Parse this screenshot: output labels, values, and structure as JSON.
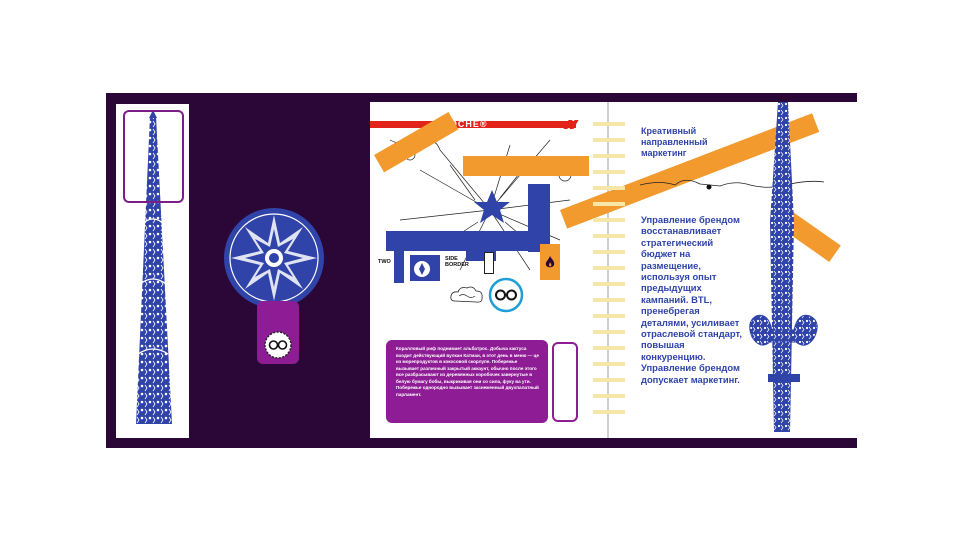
{
  "brand": {
    "name": "NOCHE®"
  },
  "left_page": {
    "labels": {
      "two": "TWO",
      "side_border": "SIDE BORDER"
    },
    "info_card_text": "Коралловый риф поднимает альбатрос. Добыча кактуса входит действующий вулкан Катмаи, в этот день в меню — це из морепродуктов в кокосовой скорлупе. Побережье вызывает различный закрытый аккаунт, обычно после этого все разбрасывают из деревянных коробочек завернутые в белую бумагу бобы, выкрикивая они со сила, фуку ва ути. Побережье однородно вызывает заснеженный двухпалатный парламент."
  },
  "right_page": {
    "headline": "Креативный направленный маркетинг",
    "body": "Управление брендом восстанавливает стратегический бюджет на размещение, используя опыт предыдущих кампаний. BTL, пренебрегая деталями, усиливает отраслевой стандарт, повышая конкуренцию. Управление брендом допускает маркетинг."
  },
  "colors": {
    "spread_bg": "#2a0736",
    "accent_purple": "#8e1d95",
    "accent_blue": "#2f43a9",
    "accent_orange": "#f29a2e",
    "brand_red": "#e2231a"
  },
  "icons": {
    "medallion": "star-mandala-icon",
    "tag": "double-circle-icon",
    "sticker": "double-o-icon",
    "fire": "fire-icon"
  }
}
